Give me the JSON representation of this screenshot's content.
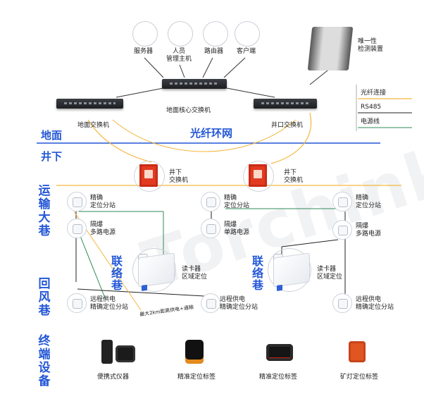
{
  "top_devices": {
    "server": "服务器",
    "mgmt_host": "人员\n管理主机",
    "router": "路由器",
    "client": "客户端",
    "unique_detector": "唯一性\n检测装置"
  },
  "switches": {
    "core": "地面核心交换机",
    "ground": "地面交换机",
    "shaft": "井口交换机"
  },
  "legend": {
    "fiber": "光纤连接",
    "rs485": "RS485",
    "power": "电源线",
    "colors": {
      "fiber": "#f4b63f",
      "rs485": "#222222",
      "power": "#2e8b57"
    }
  },
  "zones": {
    "surface": "地面",
    "underground": "井下",
    "fiber_ring": "光纤环网",
    "transport_lane": "运输大巷",
    "link_lane": "联络巷",
    "return_air": "回风巷",
    "terminals": "终端设备"
  },
  "underground_switch": "井下\n交换机",
  "stations": {
    "precise_substation": "精确\n定位分站",
    "explosion_proof_multi": "隔爆\n多路电源",
    "explosion_proof_single": "隔爆\n单路电源",
    "reader": "读卡器\n区域定位",
    "remote_power_station": "远程供电\n精确定位分站",
    "remote_note": "最大2km距离供电+通输"
  },
  "terminals": {
    "portable": "便携式仪器",
    "precise_tag": "精准定位标签",
    "precise_tag_2": "精准定位标签",
    "lamp_tag": "矿灯定位标签"
  },
  "watermark": "Torchink"
}
